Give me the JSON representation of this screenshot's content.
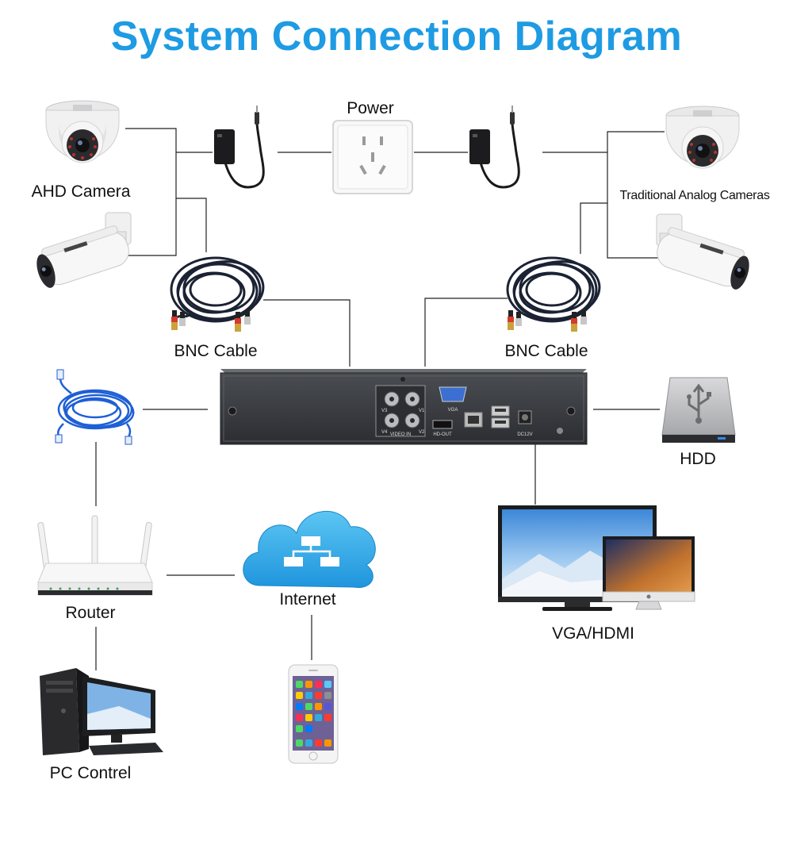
{
  "title": "System Connection Diagram",
  "labels": {
    "power": "Power",
    "ahd_camera": "AHD Camera",
    "analog_cameras": "Traditional Analog Cameras",
    "bnc_left": "BNC Cable",
    "bnc_right": "BNC Cable",
    "hdd": "HDD",
    "router": "Router",
    "internet": "Internet",
    "vga_hdmi": "VGA/HDMI",
    "pc_control": "PC Contrel"
  },
  "dvr_ports": {
    "vga": "VGA",
    "video_in": "VIDEO IN",
    "hd_out": "HD-OUT",
    "dc": "DC12V",
    "v1": "V1",
    "v2": "V2",
    "v3": "V3",
    "v4": "V4"
  },
  "colors": {
    "title": "#1e9be3",
    "cloud": "#2aa9e8",
    "cable_blue": "#1f5fd6",
    "dvr_body": "#3a3d42"
  },
  "icons": [
    "dome-camera-icon",
    "bullet-camera-icon",
    "power-adapter-icon",
    "wall-socket-icon",
    "bnc-cable-icon",
    "dvr-icon",
    "ethernet-cable-icon",
    "hdd-icon",
    "router-icon",
    "cloud-icon",
    "monitor-icon",
    "pc-icon",
    "smartphone-icon"
  ]
}
